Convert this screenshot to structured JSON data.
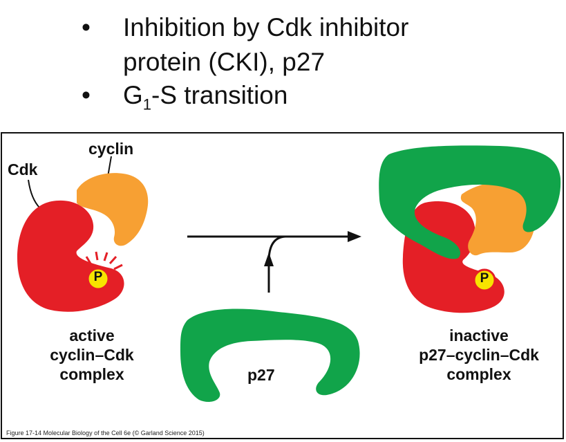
{
  "bullets": [
    {
      "symbol": "•",
      "lines": [
        "Inhibition by Cdk inhibitor",
        "protein (CKI), p27"
      ]
    },
    {
      "symbol": "•",
      "prefix": "G",
      "subscript": "1",
      "suffix": "-S transition"
    }
  ],
  "figure": {
    "labels": {
      "cdk": "Cdk",
      "cyclin": "cyclin",
      "phosphate": "P",
      "phosphate_right": "P",
      "p27": "p27",
      "active_complex": [
        "active",
        "cyclin–Cdk",
        "complex"
      ],
      "inactive_complex": [
        "inactive",
        "p27–cyclin–Cdk",
        "complex"
      ]
    },
    "caption": "Figure 17-14  Molecular Biology of the Cell 6e (© Garland Science 2015)",
    "colors": {
      "cdk": "#e41f26",
      "cyclin": "#f7a033",
      "p27": "#11a44a",
      "phosphate_fill": "#f7e400",
      "phosphate_ring": "#e41f26",
      "border": "#111111"
    }
  }
}
